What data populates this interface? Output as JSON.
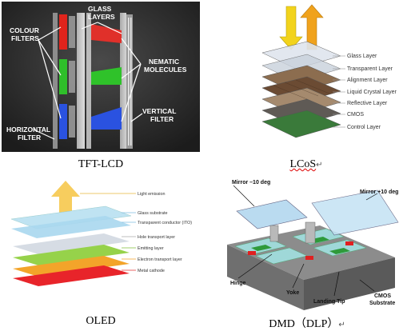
{
  "panels": [
    {
      "caption": "TFT-LCD",
      "labels": {
        "glass_layers": [
          "GLASS",
          "LAYERS"
        ],
        "colour_filters": [
          "COLOUR",
          "FILTERS"
        ],
        "nematic": [
          "NEMATIC",
          "MOLECULES"
        ],
        "vertical_filter": [
          "VERTICAL",
          "FILTER"
        ],
        "horizontal_filter": [
          "HORIZONTAL",
          "FILTER"
        ]
      }
    },
    {
      "caption": "LCoS",
      "caption_mark": "↵",
      "layers": [
        "Glass Layer",
        "Transparent Layer",
        "Alignment Layer",
        "Liquid Crystal Layer",
        "Reflective Layer",
        "CMOS",
        "Control Layer"
      ]
    },
    {
      "caption": "OLED",
      "light_label": "Light emission",
      "layers": [
        "Glass substrate",
        "Transparent conductor (ITO)",
        "Hole transport layer",
        "Emitting layer",
        "Electron transport layer",
        "Metal cathode"
      ]
    },
    {
      "caption": "DMD（DLP）",
      "caption_mark": "↵",
      "labels": {
        "mirror_minus": "Mirror –10 deg",
        "mirror_plus": "Mirror +10 deg",
        "hinge": "Hinge",
        "yoke": "Yoke",
        "landing_tip": "Landing Tip",
        "cmos": [
          "CMOS",
          "Substrate"
        ]
      }
    }
  ]
}
